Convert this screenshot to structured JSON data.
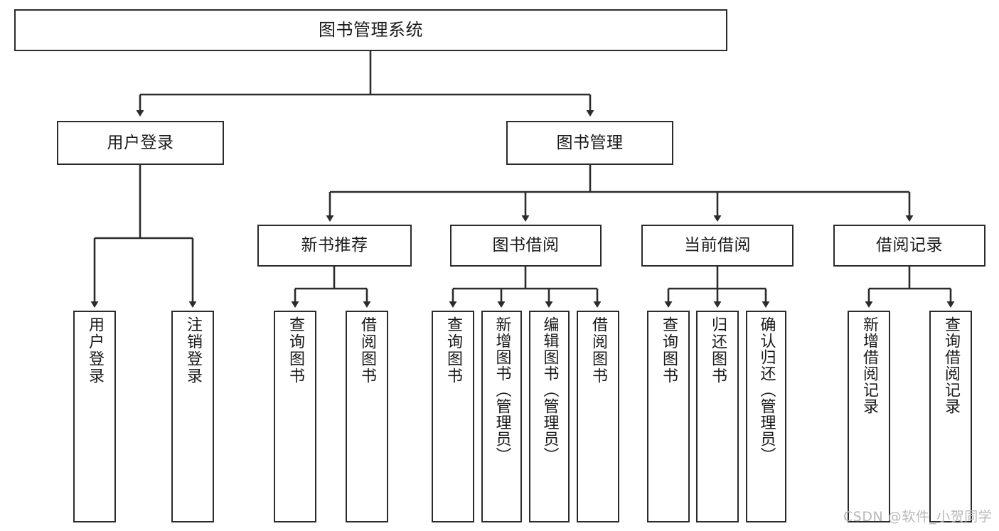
{
  "diagram": {
    "type": "tree-hierarchy-chart",
    "title": "图书管理系统",
    "watermark": "CSDN @软件_小贺同学",
    "line_color": "#2b2b2b",
    "box_fill": "#ffffff",
    "text_color": "#1a1a1a",
    "watermark_color": "#b8b8b8"
  },
  "nodes": {
    "root": {
      "label": "图书管理系统"
    },
    "level2": [
      {
        "id": "user-login",
        "label": "用户登录"
      },
      {
        "id": "book-management",
        "label": "图书管理"
      }
    ],
    "level3": [
      {
        "id": "new-book-recommend",
        "label": "新书推荐"
      },
      {
        "id": "book-borrow",
        "label": "图书借阅"
      },
      {
        "id": "current-borrow",
        "label": "当前借阅"
      },
      {
        "id": "borrow-record",
        "label": "借阅记录"
      }
    ],
    "leaves": {
      "user_login": [
        {
          "id": "leaf-user-login",
          "label": "用户登录"
        },
        {
          "id": "leaf-user-logout",
          "label": "注销登录"
        }
      ],
      "new_book_recommend": [
        {
          "id": "leaf-query-book-1",
          "label": "查询图书"
        },
        {
          "id": "leaf-borrow-book-1",
          "label": "借阅图书"
        }
      ],
      "book_borrow": [
        {
          "id": "leaf-query-book-2",
          "label": "查询图书"
        },
        {
          "id": "leaf-add-book",
          "label": "新增图书（管理员）"
        },
        {
          "id": "leaf-edit-book",
          "label": "编辑图书（管理员）"
        },
        {
          "id": "leaf-borrow-book-2",
          "label": "借阅图书"
        }
      ],
      "current_borrow": [
        {
          "id": "leaf-query-book-3",
          "label": "查询图书"
        },
        {
          "id": "leaf-return-book",
          "label": "归还图书"
        },
        {
          "id": "leaf-confirm-return",
          "label": "确认归还（管理员）"
        }
      ],
      "borrow_record": [
        {
          "id": "leaf-add-record",
          "label": "新增借阅记录"
        },
        {
          "id": "leaf-query-record",
          "label": "查询借阅记录"
        }
      ]
    }
  }
}
